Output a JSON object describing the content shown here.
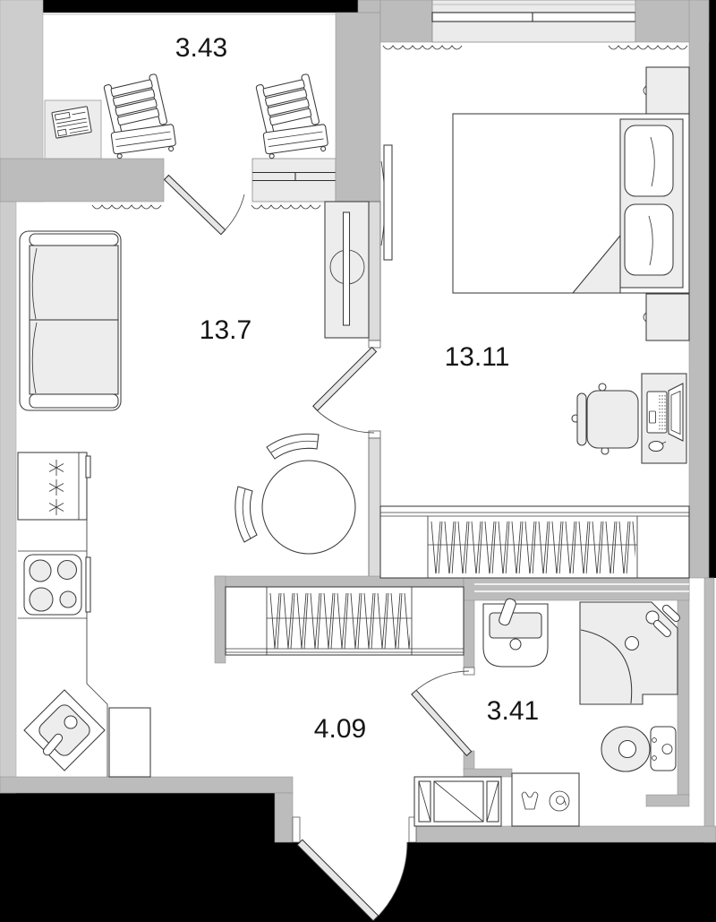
{
  "plan": {
    "areas": {
      "balcony": "3.43",
      "living_kitchen": "13.7",
      "bedroom": "13.11",
      "hallway": "4.09",
      "bathroom": "3.41"
    },
    "colors": {
      "wall": "#bcbcbc",
      "wall_light": "#cdcdcd",
      "wall_dark": "#000000",
      "furniture_fill": "#ededed",
      "line": "#3a3a3a",
      "text": "#151515",
      "background": "#ffffff"
    },
    "furniture_icons": [
      "lounge-chair",
      "balcony-table",
      "newspaper",
      "sofa",
      "fridge",
      "stove",
      "kitchen-sink",
      "kitchen-cabinet",
      "dining-table",
      "dining-chair",
      "tv-unit",
      "tv",
      "bed",
      "pillow",
      "nightstand",
      "desk",
      "laptop",
      "mouse",
      "office-chair",
      "wardrobe",
      "washbasin",
      "shower",
      "toilet",
      "washing-machine",
      "shoe-cabinet",
      "door",
      "window",
      "radiator"
    ]
  }
}
